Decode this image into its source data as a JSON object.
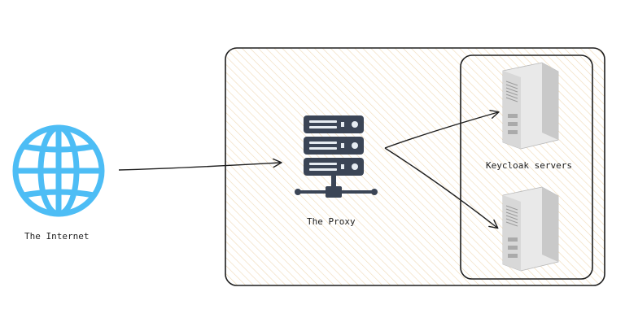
{
  "labels": {
    "internet": "The Internet",
    "proxy": "The Proxy",
    "keycloak": "Keycloak servers"
  },
  "icons": {
    "internet": "globe-icon",
    "proxy": "server-rack-icon",
    "keycloak_server_top": "server-tower-icon",
    "keycloak_server_bottom": "server-tower-icon"
  },
  "colors": {
    "globe": "#4dbdf5",
    "rack_body": "#3b4556",
    "rack_light": "#e6ecf2",
    "hatch": "#f0d9b5",
    "stroke": "#1e1e1e",
    "tower_face": "#e9e9e9",
    "tower_side": "#c9c9c9"
  }
}
